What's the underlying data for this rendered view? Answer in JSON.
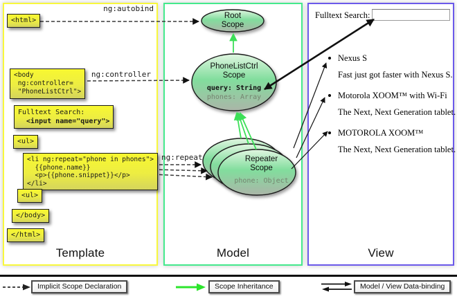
{
  "colors": {
    "template_border": "#f8f83c",
    "model_border": "#44e98c",
    "view_border": "#6b59ea",
    "scope_green_arrow": "#3cdf58",
    "legend_green_arrow": "#2ce52c"
  },
  "columns": {
    "template_label": "Template",
    "model_label": "Model",
    "view_label": "View"
  },
  "arrow_labels": {
    "autobind": "ng:autobind",
    "controller": "ng:controller",
    "repeat": "ng:repeat"
  },
  "code_boxes": {
    "html_open": "<html>",
    "body_open_lines": [
      "<body",
      " ng:controller=",
      " \"PhoneListCtrl\">"
    ],
    "fulltext_line1": "Fulltext Search:",
    "fulltext_line2": "  <input name=\"query\">",
    "ul_open": "<ul>",
    "li_lines": [
      "<li ng:repeat=\"phone in phones\">",
      "  {{phone.name}}",
      "  <p>{{phone.snippet}}</p>",
      "</li>"
    ],
    "ul_close": "<ul>",
    "body_close": "</body>",
    "html_close": "</html>"
  },
  "scopes": {
    "root": {
      "line1": "Root",
      "line2": "Scope"
    },
    "phonelist": {
      "line1": "PhoneListCtrl",
      "line2": "Scope",
      "prop1": "query: String",
      "prop2": "phones: Array"
    },
    "repeater": {
      "line1": "Repeater",
      "line2": "Scope",
      "prop1": "phone: Object"
    }
  },
  "view": {
    "search_label": "Fulltext Search:",
    "search_value": "",
    "items": [
      {
        "title": "Nexus S",
        "desc": "Fast just got faster with Nexus S."
      },
      {
        "title": "Motorola XOOM™  with Wi-Fi",
        "desc": "The Next, Next Generation tablet."
      },
      {
        "title": "MOTOROLA XOOM™",
        "desc": "The Next, Next Generation tablet."
      }
    ]
  },
  "legend": {
    "implicit": "Implicit Scope Declaration",
    "inheritance": "Scope Inheritance",
    "binding": "Model / View Data-binding"
  }
}
